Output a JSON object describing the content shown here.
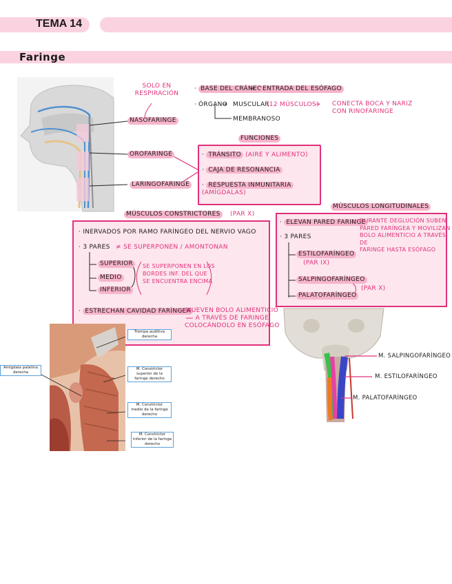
{
  "header": {
    "tema": "TEMA 14",
    "section_title": "Faringe"
  },
  "intro": {
    "note_respiracion": "SOLO EN\nRESPIRACIÓN",
    "nasofaringe": "NASOFARINGE",
    "orofaringe": "OROFARINGE",
    "laringofaringe": "LARINGOFARINGE",
    "base_craneo": "BASE DEL CRÁNEO",
    "entrada_esofago": "ENTRADA DEL ESÓFAGO",
    "organo": "ÓRGANO",
    "muscular": "MUSCULAR",
    "num_musculos": "(12 MÚSCULOS)",
    "conecta": "CONECTA BOCA Y NARIZ\nCON RINOFARINGE",
    "membranoso": "MEMBRANOSO"
  },
  "funciones": {
    "title": "FUNCIONES",
    "items": [
      {
        "label": "TRÁNSITO",
        "note": "(AIRE Y ALIMENTO)"
      },
      {
        "label": "CAJA DE RESONANCIA",
        "note": ""
      },
      {
        "label": "RESPUESTA INMUNITARIA",
        "note": "(AMÍGDALAS)"
      }
    ]
  },
  "constrictores": {
    "title": "MÚSCULOS CONSTRICTORES",
    "par_note": "(PAR X)",
    "inervados": "INERVADOS POR RAMO FARÍNGEO DEL NERVIO VAGO",
    "pares": "3 PARES",
    "pares_note": "SE SUPERPONEN / AMONTONAN",
    "list": [
      "SUPERIOR",
      "MEDIO",
      "INFERIOR"
    ],
    "brace_note": "SE SUPERPONEN EN LOS\nBORDES INF. DEL QUE\nSE ENCUENTRA ENCIMA",
    "estrechan": "ESTRECHAN CAVIDAD FARÍNGEA",
    "estrechan_note": "MUEVEN BOLO ALIMENTICIO\nA TRAVÉS DE FARINGE\nCOLOCÁNDOLO EN ESÓFAGO"
  },
  "longitudinales": {
    "title": "MÚSCULOS LONGITUDINALES",
    "elevan": "ELEVAN PARED FARINGE",
    "elevan_note": "DURANTE DEGLUCIÓN SUBEN\nPARED FARÍNGEA Y MOVILIZAN\nBOLO ALIMENTICIO A TRAVÉS DE\nFARINGE HASTA ESÓFAGO",
    "pares": "3 PARES",
    "list": [
      "ESTILOFARÍNGEO",
      "SALPINGOFARÍNGEO",
      "PALATOFARÍNGEO"
    ],
    "estilo_note": "(PAR IX)",
    "par_x": "(PAR X)"
  },
  "figure_labels": {
    "amigdala": "Amígdala palatina\nderecha",
    "trompa": "Trompa auditiva\nderecha",
    "superior": "M. Constrictor\nsuperior de la\nfaringe derecho",
    "medio": "M. Constrictor\nmedio de la faringe\nderecho",
    "inferior": "M. Constrictor\ninferior de la faringe\nderecho",
    "salpingo": "M. SALPINGOFARÍNGEO",
    "estilo": "M. ESTILOFARÍNGEO",
    "palato": "M. PALATOFARÍNGEO"
  },
  "colors": {
    "accent_pink": "#e0307a",
    "highlight_pink": "#f7b4cc",
    "bar_pink": "#fbd3e0",
    "box_fill": "#fde6ee"
  }
}
